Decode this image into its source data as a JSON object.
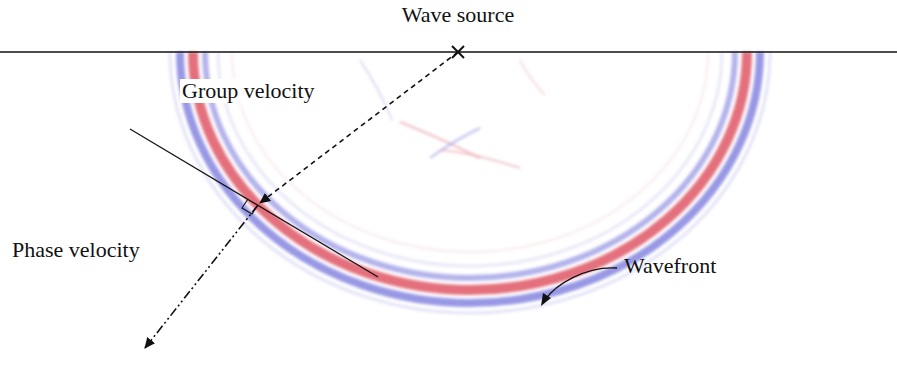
{
  "diagram": {
    "labels": [
      "Wave source",
      "Group velocity",
      "Phase velocity",
      "Wavefront"
    ]
  }
}
